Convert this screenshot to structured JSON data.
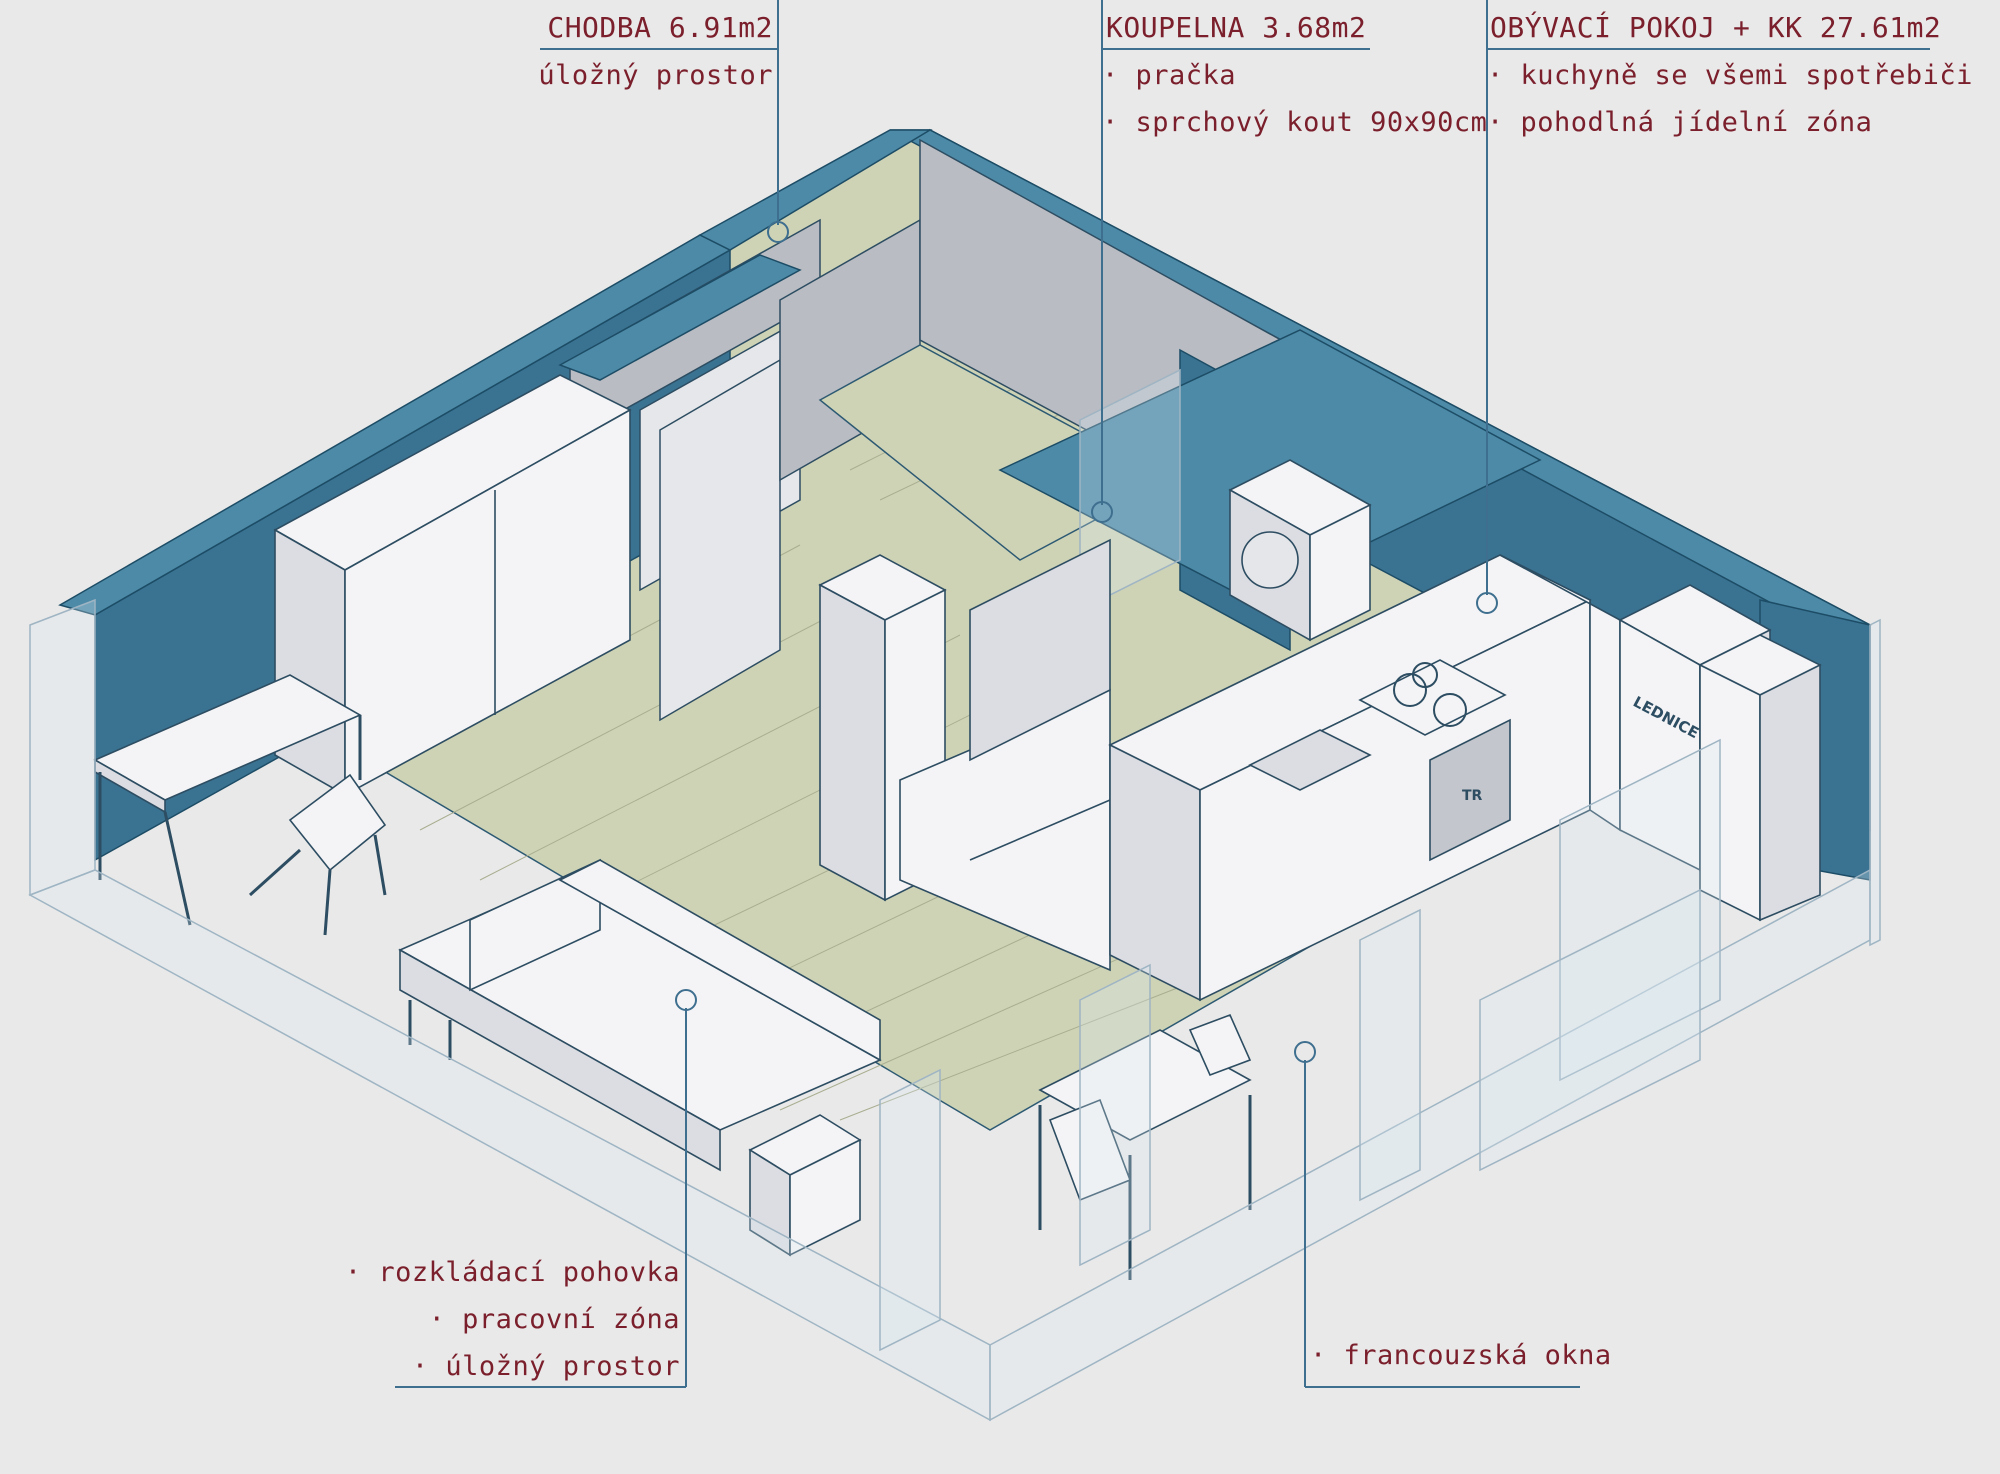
{
  "labels": {
    "chodba": {
      "title": "CHODBA 6.91m2",
      "items": [
        "úložný prostor"
      ]
    },
    "koupelna": {
      "title": "KOUPELNA 3.68m2",
      "items": [
        "· pračka",
        "· sprchový kout 90x90cm"
      ]
    },
    "obyvaci": {
      "title": "OBÝVACÍ POKOJ + KK 27.61m2",
      "items": [
        "· kuchyně se všemi spotřebiči",
        "· pohodlná jídelní zóna"
      ]
    },
    "living": {
      "items": [
        "· rozkládací pohovka",
        "· pracovní zóna",
        "· úložný prostor"
      ]
    },
    "windows": {
      "items": [
        "· francouzská okna"
      ]
    }
  },
  "appliances": {
    "fridge_text": "LEDNICE",
    "oven_text": "TR"
  },
  "colors": {
    "label_text": "#7a1f2b",
    "wall": "#4d8aa7",
    "wall_dark": "#3a7392",
    "floor": "#cfd3b6",
    "background": "#e9e9e9"
  }
}
